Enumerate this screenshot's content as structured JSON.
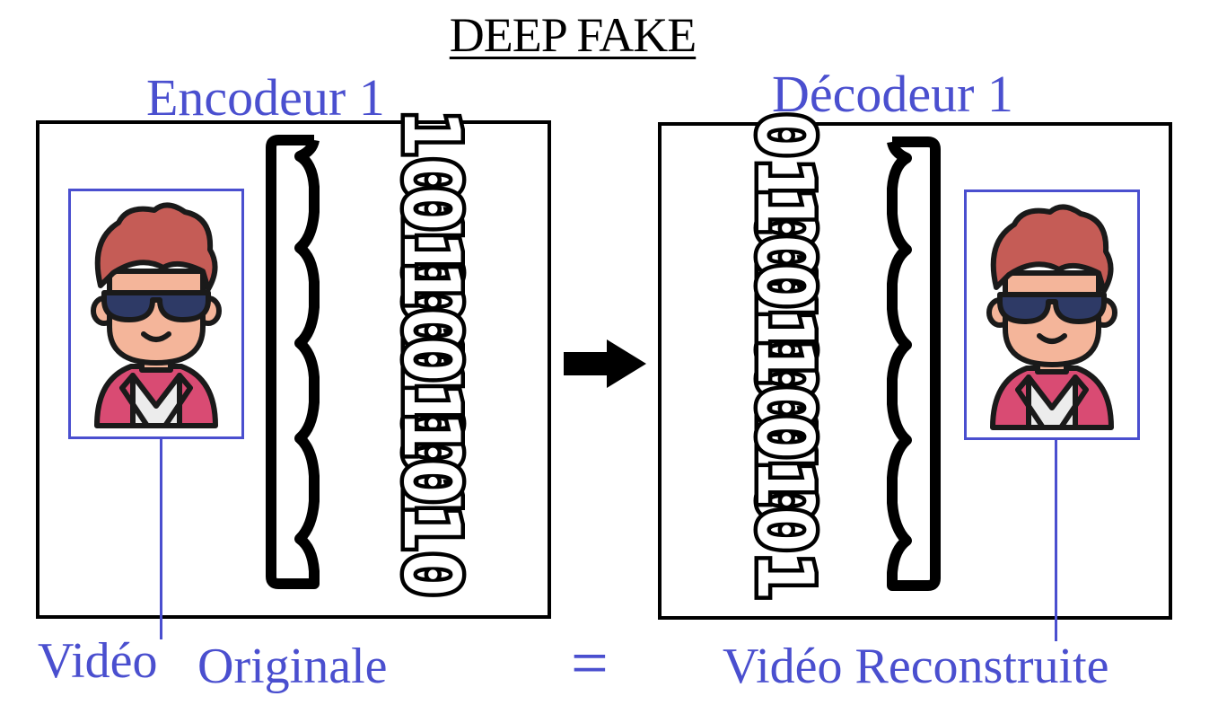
{
  "title": "DEEP FAKE",
  "encoder": {
    "label": "Encodeur 1",
    "bits": [
      "1010",
      "0101",
      "1010",
      "0101",
      "1010"
    ]
  },
  "decoder": {
    "label": "Décodeur 1",
    "bits": [
      "0101",
      "1010",
      "0101",
      "1010",
      "0101"
    ]
  },
  "footer": {
    "original_word1": "Vidéo",
    "original_word2": "Originale",
    "equals": "=",
    "reconstructed": "Vidéo Reconstruite"
  },
  "colors": {
    "accent_blue": "#4a4fcf",
    "hair": "#c55c56",
    "skin": "#f4b59a",
    "jacket": "#d94b73",
    "shirt": "#ececec",
    "glasses": "#2e3a66"
  }
}
